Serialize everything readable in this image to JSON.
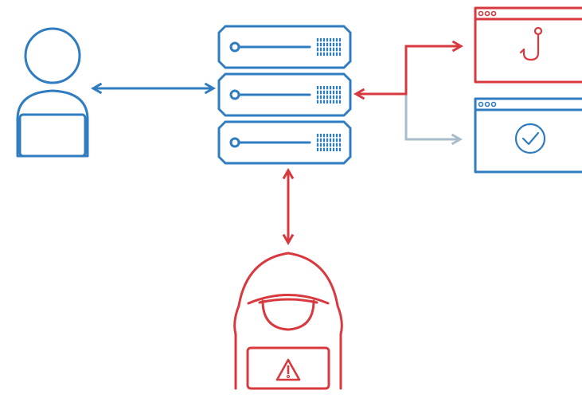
{
  "diagram": {
    "colors": {
      "blue": "#2f7cc1",
      "red": "#d8393f",
      "gray": "#a9bccb",
      "white": "#ffffff"
    },
    "nodes": {
      "user": {
        "icon": "user-laptop-icon",
        "color": "blue"
      },
      "server": {
        "icon": "server-rack-icon",
        "color": "blue",
        "units": 3
      },
      "attacker": {
        "icon": "hooded-hacker-icon",
        "color": "red",
        "laptop_icon": "warning-triangle-icon"
      },
      "phishing_site": {
        "icon": "browser-window-fish-hook-icon",
        "color": "red"
      },
      "legit_site": {
        "icon": "browser-window-check-icon",
        "color": "blue"
      }
    },
    "connections": [
      {
        "from": "user",
        "to": "server",
        "direction": "both",
        "color": "blue"
      },
      {
        "from": "server",
        "to": "attacker",
        "direction": "both",
        "color": "red"
      },
      {
        "from": "server",
        "to": "phishing_site",
        "direction": "both",
        "color": "red"
      },
      {
        "from": "server",
        "to": "legit_site",
        "direction": "forward",
        "color": "gray"
      }
    ]
  }
}
